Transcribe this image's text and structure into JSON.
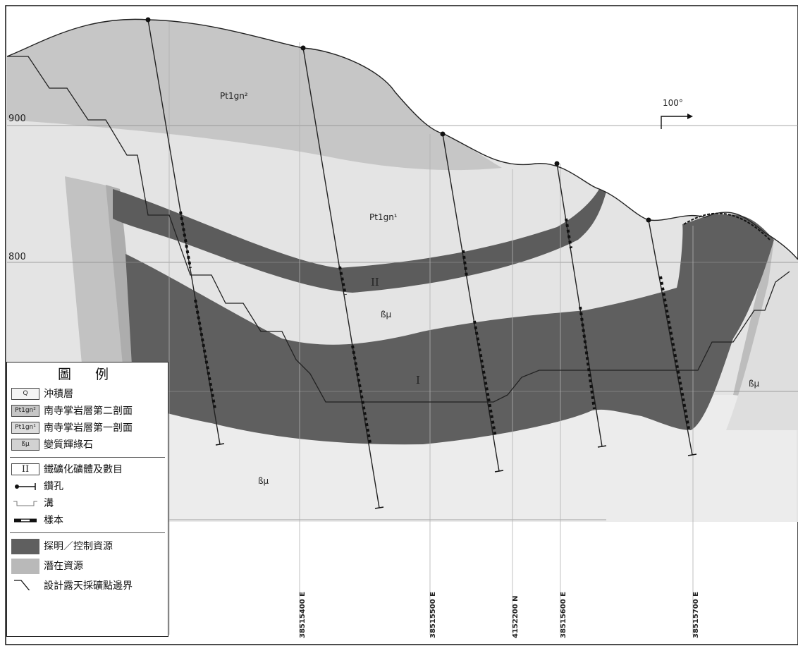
{
  "direction": "100°",
  "elevations": [
    "900",
    "800"
  ],
  "units": {
    "Pt1gn2": "Pt1gn²",
    "Pt1gn1": "Pt1gn¹",
    "Bmu": "ßµ"
  },
  "orebodies": [
    "II",
    "I"
  ],
  "coordinates": [
    "38515400 E",
    "38515500 E",
    "4152200 N",
    "38515600 E",
    "38515700 E"
  ],
  "legend": {
    "title": "圖 例",
    "items": [
      {
        "code": "Q",
        "label": "沖積層"
      },
      {
        "code": "Pt1gn²",
        "label": "南寺掌岩層第二剖面"
      },
      {
        "code": "Pt1gn¹",
        "label": "南寺掌岩層第一剖面"
      },
      {
        "code": "ßµ",
        "label": "變質輝綠石"
      },
      {
        "code": "II",
        "label": "鐵礦化礦體及數目"
      },
      {
        "code": "",
        "label": "鑽孔"
      },
      {
        "code": "",
        "label": "溝"
      },
      {
        "code": "",
        "label": "樣本"
      },
      {
        "code": "",
        "label": "探明／控制資源"
      },
      {
        "code": "",
        "label": "潛在資源"
      },
      {
        "code": "",
        "label": "設計露天採礦點邊界"
      }
    ]
  },
  "colors": {
    "dark_ore": "#5f5f5f",
    "inferred": "#b9b9b9",
    "light_unit": "#dcdcdc",
    "upper_unit": "#c8c8c8"
  }
}
